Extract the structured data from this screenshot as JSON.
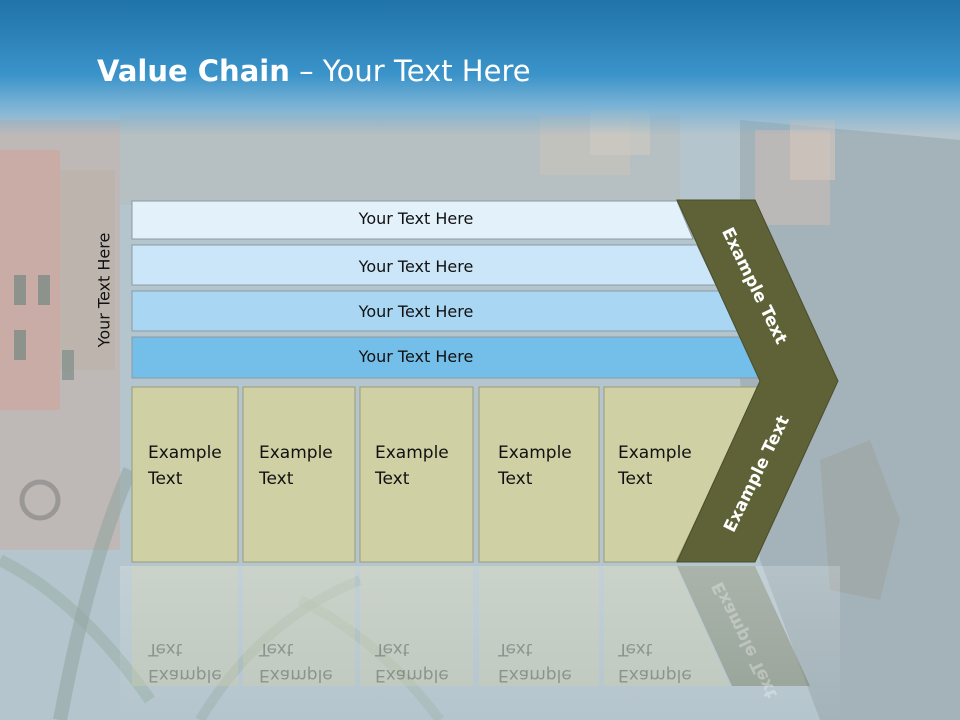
{
  "title": {
    "bold": "Value Chain",
    "rest": " – Your Text Here"
  },
  "side_label": "Your Text Here",
  "rows": [
    {
      "label": "Your Text Here",
      "color": "#e3f1fb"
    },
    {
      "label": "Your Text Here",
      "color": "#cbe6f8"
    },
    {
      "label": "Your Text Here",
      "color": "#a9d6f2"
    },
    {
      "label": "Your Text Here",
      "color": "#74beea"
    }
  ],
  "activities": [
    {
      "line1": "Example",
      "line2": "Text"
    },
    {
      "line1": "Example",
      "line2": "Text"
    },
    {
      "line1": "Example",
      "line2": "Text"
    },
    {
      "line1": "Example",
      "line2": "Text"
    },
    {
      "line1": "Example",
      "line2": "Text"
    }
  ],
  "chevron_top": "Example Text",
  "chevron_bottom": "Example Text",
  "colors": {
    "title_bar": "#2b86bf",
    "activity_fill": "#cfd0a4",
    "chevron_fill": "#5e6236"
  }
}
